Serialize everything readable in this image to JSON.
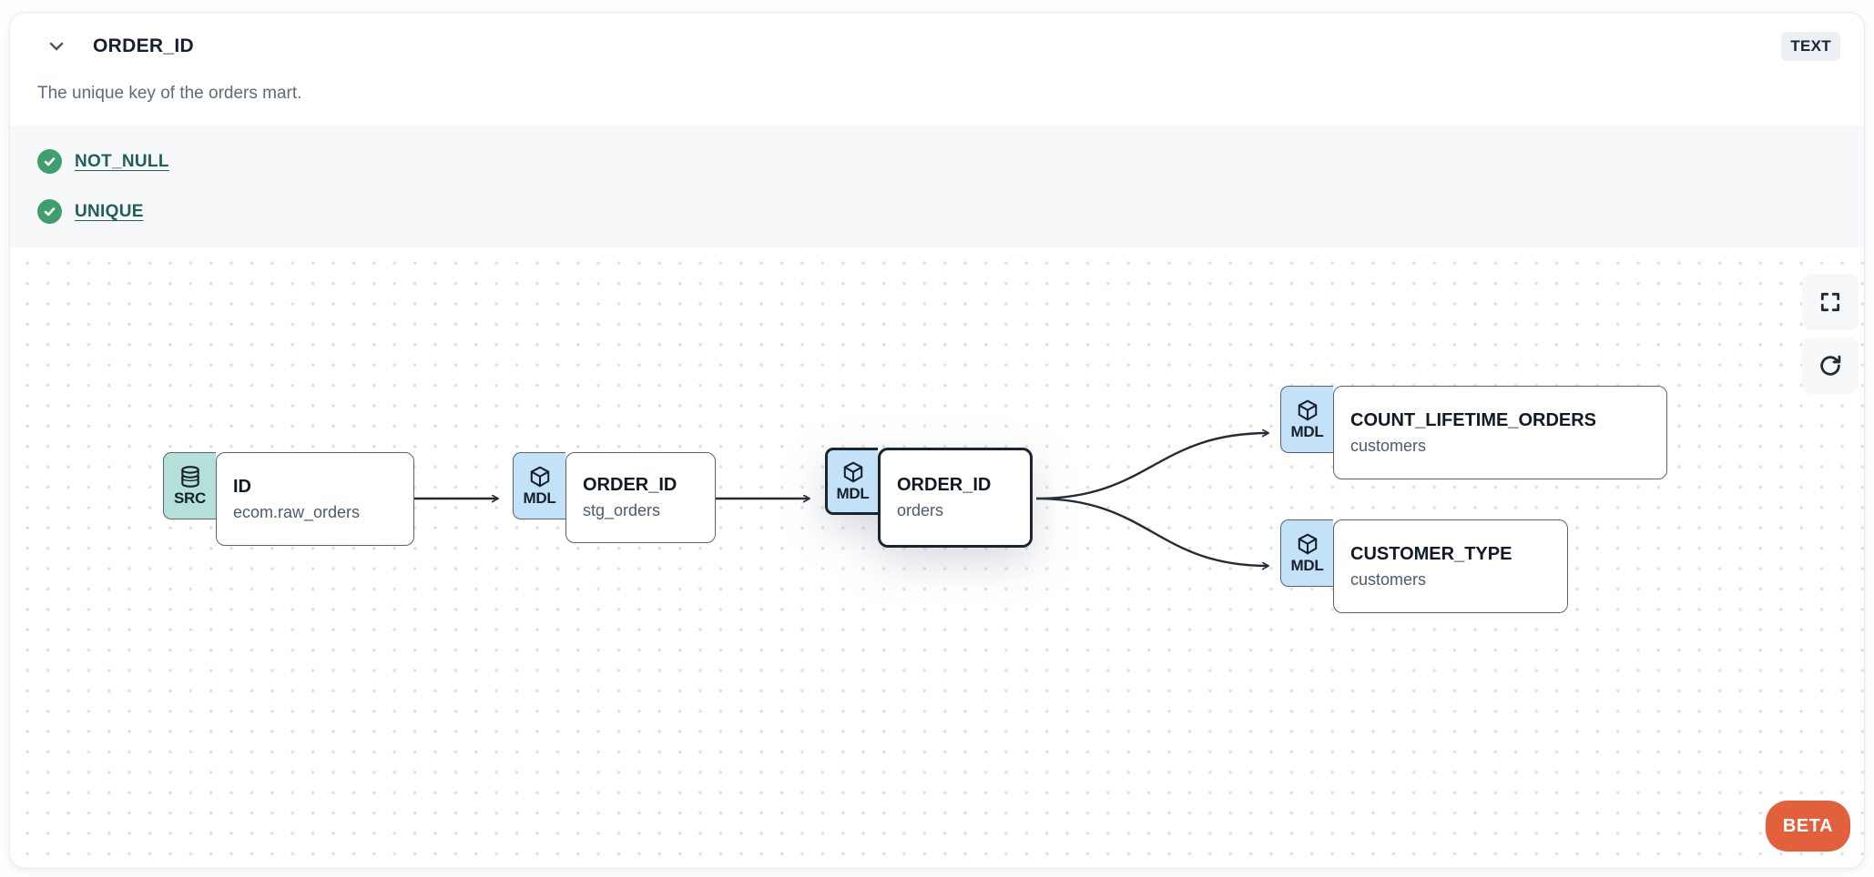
{
  "panel": {
    "title": "ORDER_ID",
    "type_badge": "TEXT",
    "description": "The unique key of the orders mart.",
    "collapse_icon": "chevron-down-icon"
  },
  "tests": {
    "items": [
      {
        "label": "NOT_NULL",
        "status": "passed",
        "icon": "check-circle-icon"
      },
      {
        "label": "UNIQUE",
        "status": "passed",
        "icon": "check-circle-icon"
      }
    ]
  },
  "lineage": {
    "nodes": [
      {
        "kind": "SRC",
        "icon": "database-icon",
        "title": "ID",
        "subtitle": "ecom.raw_orders",
        "selected": false
      },
      {
        "kind": "MDL",
        "icon": "cube-icon",
        "title": "ORDER_ID",
        "subtitle": "stg_orders",
        "selected": false
      },
      {
        "kind": "MDL",
        "icon": "cube-icon",
        "title": "ORDER_ID",
        "subtitle": "orders",
        "selected": true
      },
      {
        "kind": "MDL",
        "icon": "cube-icon",
        "title": "COUNT_LIFETIME_ORDERS",
        "subtitle": "customers",
        "selected": false
      },
      {
        "kind": "MDL",
        "icon": "cube-icon",
        "title": "CUSTOMER_TYPE",
        "subtitle": "customers",
        "selected": false
      }
    ],
    "edges": [
      {
        "from": "ID (ecom.raw_orders)",
        "to": "ORDER_ID (stg_orders)"
      },
      {
        "from": "ORDER_ID (stg_orders)",
        "to": "ORDER_ID (orders)"
      },
      {
        "from": "ORDER_ID (orders)",
        "to": "COUNT_LIFETIME_ORDERS (customers)"
      },
      {
        "from": "ORDER_ID (orders)",
        "to": "CUSTOMER_TYPE (customers)"
      }
    ],
    "controls": {
      "fullscreen": "fullscreen-icon",
      "refresh": "refresh-icon"
    },
    "beta_label": "BETA"
  },
  "colors": {
    "src_badge_bg": "#b5e0d9",
    "mdl_badge_bg": "#c3e2f8",
    "node_border": "#5a6372",
    "selected_border": "#1b2430",
    "edge": "#242b34",
    "test_link": "#1e5f5a",
    "check_green": "#3f9e6e",
    "beta_bg": "#e2613c",
    "type_badge_bg": "#eceff3",
    "tests_strip_bg": "#f6f8f9"
  }
}
